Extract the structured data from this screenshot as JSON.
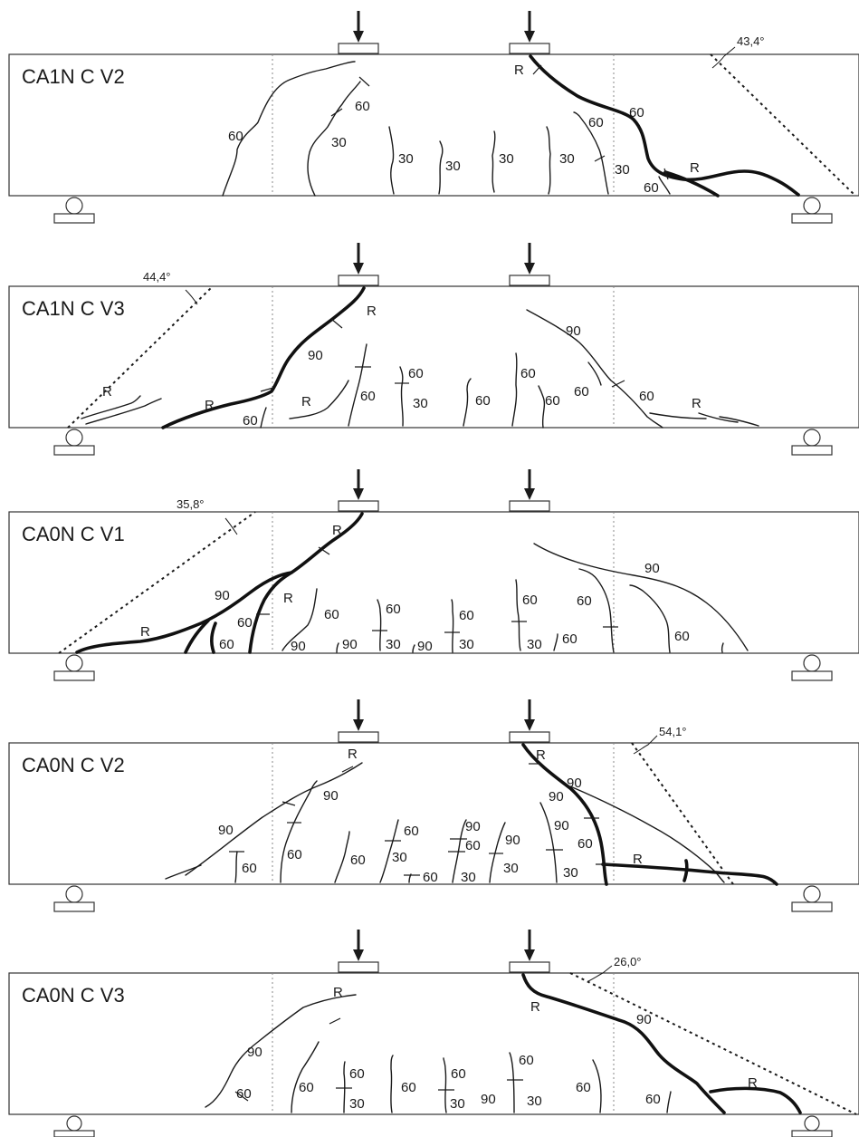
{
  "beams": [
    {
      "title": "CA1N C V2",
      "angle": "43,4°",
      "labels": [
        "60",
        "60",
        "30",
        "30",
        "30",
        "30",
        "30",
        "60",
        "60",
        "30",
        "60",
        "R",
        "R"
      ]
    },
    {
      "title": "CA1N C V3",
      "angle": "44,4°",
      "labels": [
        "R",
        "90",
        "R",
        "60",
        "R",
        "R",
        "60",
        "60",
        "30",
        "60",
        "60",
        "60",
        "90",
        "60",
        "60",
        "R"
      ]
    },
    {
      "title": "CA0N C V1",
      "angle": "35,8°",
      "labels": [
        "R",
        "90",
        "R",
        "60",
        "60",
        "R",
        "60",
        "90",
        "90",
        "60",
        "30",
        "90",
        "60",
        "30",
        "60",
        "30",
        "60",
        "60",
        "90",
        "60"
      ]
    },
    {
      "title": "CA0N C V2",
      "angle": "54,1°",
      "labels": [
        "R",
        "90",
        "90",
        "60",
        "60",
        "60",
        "60",
        "30",
        "60",
        "90",
        "60",
        "30",
        "90",
        "30",
        "R",
        "90",
        "90",
        "90",
        "60",
        "30",
        "R"
      ]
    },
    {
      "title": "CA0N C V3",
      "angle": "26,0°",
      "labels": [
        "R",
        "90",
        "60",
        "60",
        "60",
        "30",
        "60",
        "60",
        "30",
        "90",
        "60",
        "30",
        "R",
        "90",
        "60",
        "60",
        "R"
      ]
    }
  ]
}
